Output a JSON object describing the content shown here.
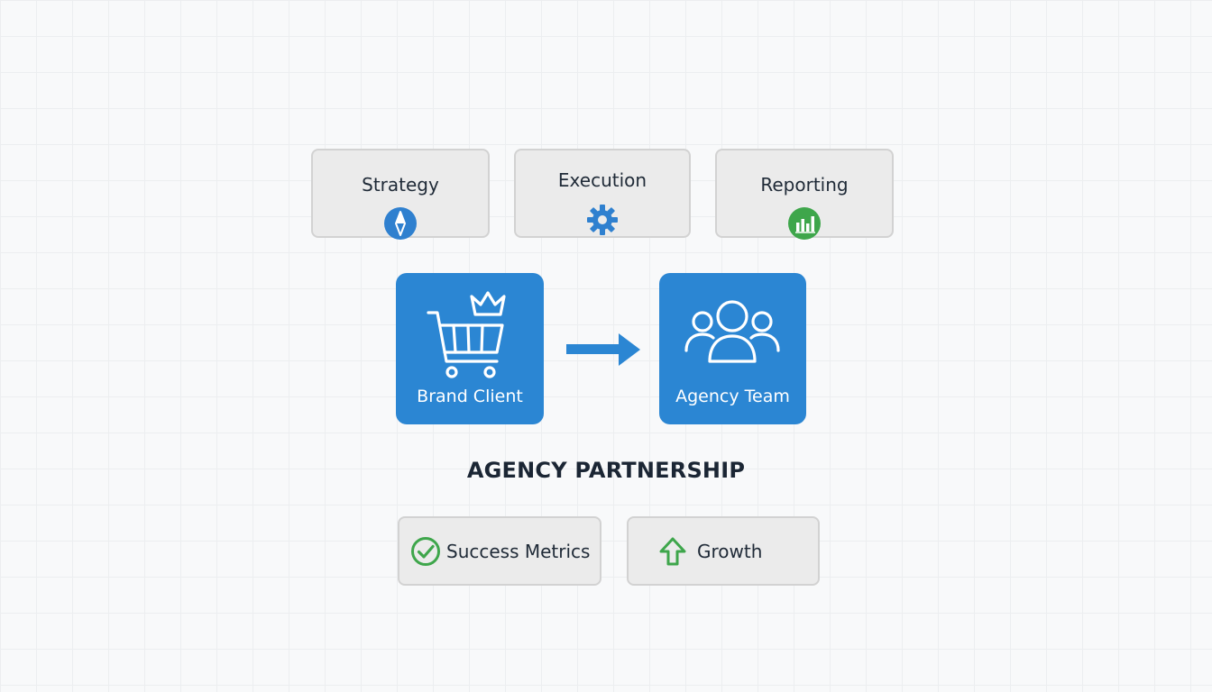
{
  "phases": [
    {
      "label": "Strategy",
      "icon": "compass-icon",
      "color": "#2f80cf"
    },
    {
      "label": "Execution",
      "icon": "gear-icon",
      "color": "#2f80cf"
    },
    {
      "label": "Reporting",
      "icon": "bar-chart-icon",
      "color": "#3ea64b"
    }
  ],
  "client": {
    "label": "Brand Client",
    "icon": "crowned-cart-icon"
  },
  "agency": {
    "label": "Agency Team",
    "icon": "team-icon"
  },
  "title": "AGENCY PARTNERSHIP",
  "outcomes": [
    {
      "label": "Success Metrics",
      "icon": "check-circle-icon",
      "color": "#3ea64b"
    },
    {
      "label": "Growth",
      "icon": "up-arrow-icon",
      "color": "#3ea64b"
    }
  ],
  "colors": {
    "tile_blue": "#2b86d3",
    "card_gray": "#ebebeb",
    "accent_green": "#3ea64b"
  }
}
